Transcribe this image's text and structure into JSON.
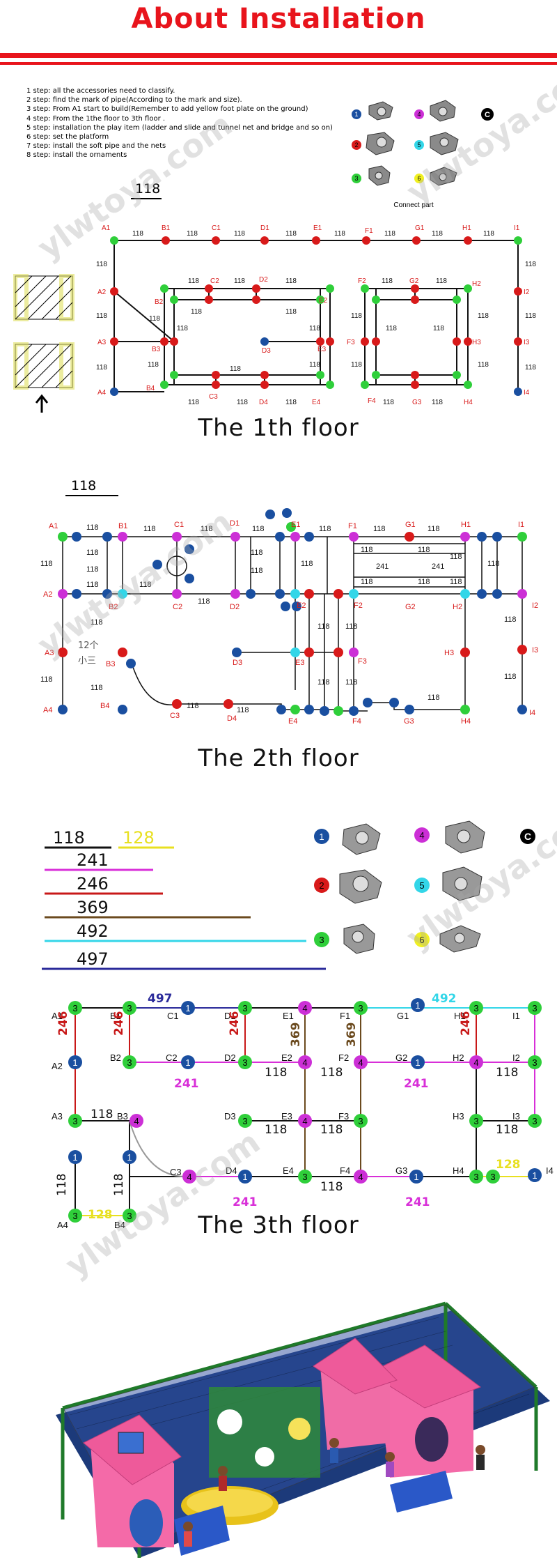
{
  "page": {
    "title": "About Installation",
    "steps": [
      "1 step: all the accessories need to classify.",
      "2 step: find the mark of pipe(According to the mark and size).",
      "3 step: From A1 start to build(Remember to add yellow foot plate on the ground)",
      "4 step: From the 1the floor to 3th floor .",
      "5 step: installation the play item (ladder and slide and tunnel net and bridge  and so on)",
      "6 step: set the platform",
      "7 step: install the soft pipe and the nets",
      "8 step: install the ornaments"
    ],
    "connect_caption": "Connect part",
    "floors": [
      {
        "title": "The 1th floor",
        "scale": "118"
      },
      {
        "title": "The 2th floor",
        "scale": "118"
      },
      {
        "title": "The 3th floor"
      }
    ],
    "floor2_note": [
      "12个",
      "小三"
    ],
    "floor3_legend": [
      "118",
      "128",
      "241",
      "246",
      "369",
      "492",
      "497"
    ],
    "watermark": "ylwtoya.com",
    "colors": {
      "red": "#e8141c",
      "node1": "#1a4fa0",
      "node2": "#d81a1a",
      "node3": "#2fcf3a",
      "node4": "#cc2fd6",
      "node5": "#33d6e8",
      "node6": "#f0f020",
      "pipe241": "#d82fd8",
      "pipe246": "#c81818",
      "pipe369": "#6b4a1e",
      "pipe492": "#33d6e8",
      "pipe497": "#2a2a9a",
      "pipe128": "#e8e020"
    }
  }
}
